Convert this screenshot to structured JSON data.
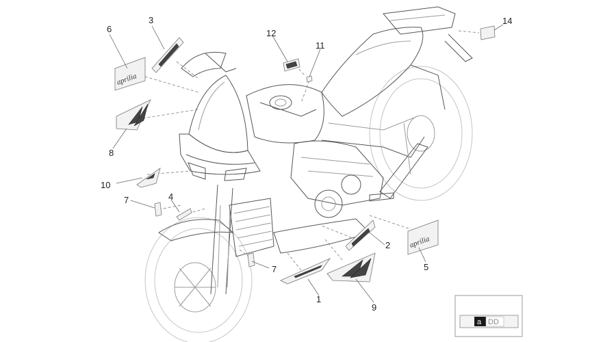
{
  "callouts": [
    {
      "id": "c1",
      "label": "1"
    },
    {
      "id": "c2",
      "label": "2"
    },
    {
      "id": "c3",
      "label": "3"
    },
    {
      "id": "c4",
      "label": "4"
    },
    {
      "id": "c5",
      "label": "5"
    },
    {
      "id": "c6",
      "label": "6"
    },
    {
      "id": "c7a",
      "label": "7"
    },
    {
      "id": "c7b",
      "label": "7"
    },
    {
      "id": "c8",
      "label": "8"
    },
    {
      "id": "c9",
      "label": "9"
    },
    {
      "id": "c10",
      "label": "10"
    },
    {
      "id": "c11",
      "label": "11"
    },
    {
      "id": "c12",
      "label": "12"
    },
    {
      "id": "c13",
      "label": "13"
    },
    {
      "id": "c14",
      "label": "14"
    }
  ],
  "decal_text": {
    "aprilia_left": "aprilia",
    "aprilia_right": "aprilia",
    "logo_a": "a",
    "logo_dd": "DD"
  }
}
